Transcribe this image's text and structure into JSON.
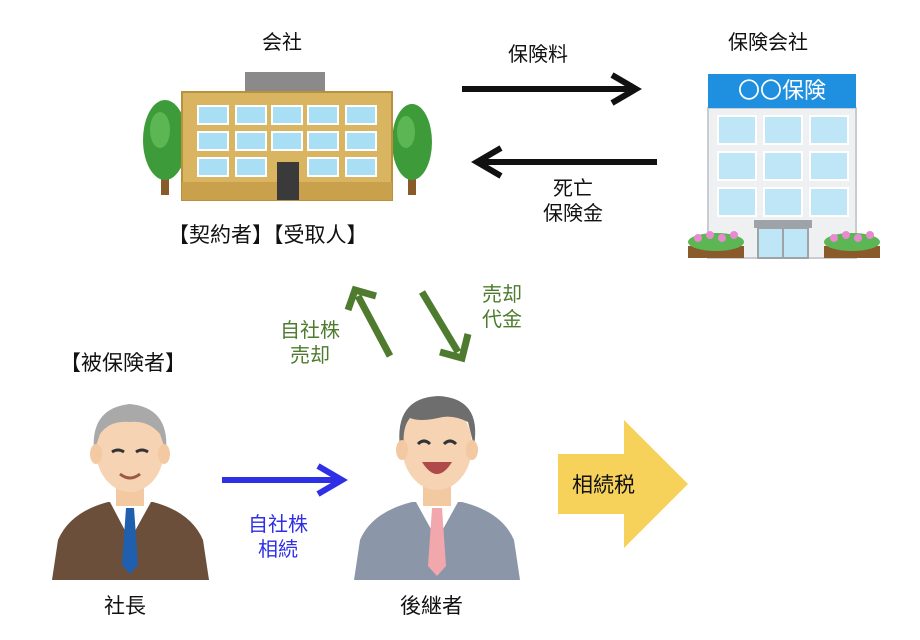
{
  "company": {
    "label": "会社",
    "roles_label": "【契約者】【受取人】"
  },
  "insurer": {
    "label": "保険会社",
    "sign_text": "〇〇保険"
  },
  "flows": {
    "premium": "保険料",
    "death_benefit_line1": "死亡",
    "death_benefit_line2": "保険金",
    "share_sale_line1": "自社株",
    "share_sale_line2": "売却",
    "sale_proceeds_line1": "売却",
    "sale_proceeds_line2": "代金",
    "inheritance_line1": "自社株",
    "inheritance_line2": "相続"
  },
  "president": {
    "role_label": "【被保険者】",
    "name": "社長"
  },
  "successor": {
    "name": "後継者"
  },
  "tax": {
    "label": "相続税"
  },
  "colors": {
    "black_arrow": "#111111",
    "green_arrow": "#4e7b2e",
    "green_text": "#4e7b2e",
    "blue_arrow": "#2f2fe6",
    "blue_text": "#2f2fe6",
    "tax_arrow": "#f7d25b",
    "building_body": "#d9b461",
    "insurer_sign": "#1f8fe0"
  }
}
